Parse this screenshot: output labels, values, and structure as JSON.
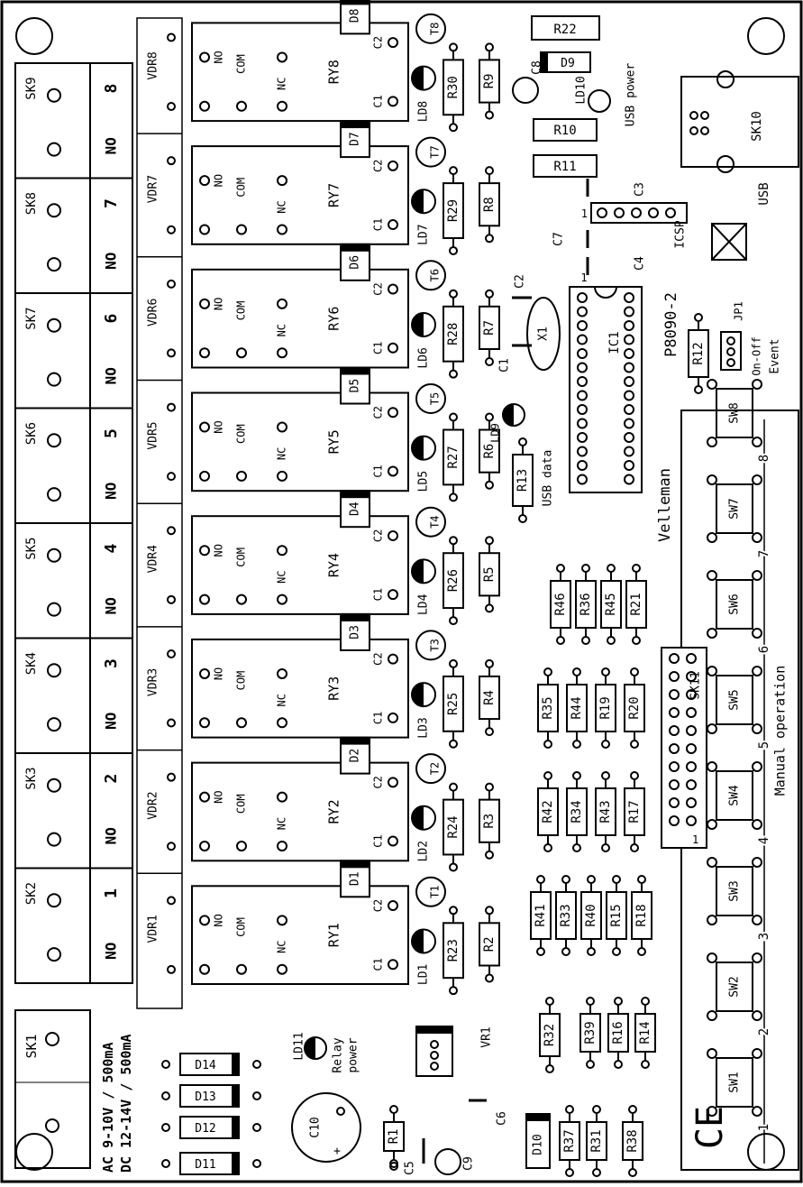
{
  "board_id": "P8090-2",
  "brand": "Velleman",
  "terminals": [
    "SK1",
    "SK2",
    "SK3",
    "SK4",
    "SK5",
    "SK6",
    "SK7",
    "SK8",
    "SK9"
  ],
  "no_label": "NO",
  "channel_numbers": [
    "1",
    "2",
    "3",
    "4",
    "5",
    "6",
    "7",
    "8"
  ],
  "vdr": [
    "VDR1",
    "VDR2",
    "VDR3",
    "VDR4",
    "VDR5",
    "VDR6",
    "VDR7",
    "VDR8"
  ],
  "relays": [
    "RY1",
    "RY2",
    "RY3",
    "RY4",
    "RY5",
    "RY6",
    "RY7",
    "RY8"
  ],
  "relay_pins": {
    "no": "NO",
    "com": "COM",
    "nc": "NC",
    "c1": "C1",
    "c2": "C2"
  },
  "diodes_d": [
    "D1",
    "D2",
    "D3",
    "D4",
    "D5",
    "D6",
    "D7",
    "D8"
  ],
  "transistors": [
    "T1",
    "T2",
    "T3",
    "T4",
    "T5",
    "T6",
    "T7",
    "T8"
  ],
  "leds": [
    "LD1",
    "LD2",
    "LD3",
    "LD4",
    "LD5",
    "LD6",
    "LD7",
    "LD8"
  ],
  "res_a": [
    "R23",
    "R24",
    "R25",
    "R26",
    "R27",
    "R28",
    "R29",
    "R30"
  ],
  "res_b": [
    "R2",
    "R3",
    "R4",
    "R5",
    "R6",
    "R7",
    "R8",
    "R9"
  ],
  "power_text": [
    "AC 9-10V / 500mA",
    "DC 12-14V / 500mA"
  ],
  "power_diodes": [
    "D11",
    "D12",
    "D13",
    "D14"
  ],
  "misc": {
    "c10": "C10",
    "r1": "R1",
    "c5": "C5",
    "c6": "C6",
    "c9": "C9",
    "vr1": "VR1",
    "ld11": "LD11",
    "relay_power": [
      "Relay",
      "power"
    ],
    "d10": "D10",
    "r37": "R37",
    "r31": "R31",
    "r38": "R38",
    "r32": "R32",
    "r39": "R39",
    "r16": "R16",
    "r14": "R14",
    "res_row1": [
      "R41",
      "R33",
      "R40",
      "R15",
      "R18"
    ],
    "res_row2": [
      "R42",
      "R34",
      "R43",
      "R17"
    ],
    "res_row3": [
      "R35",
      "R44",
      "R19",
      "R20"
    ],
    "res_row4": [
      "R46",
      "R36",
      "R45",
      "R21"
    ],
    "r13": "R13",
    "ld9": "LD9",
    "usb_data": "USB data",
    "x1": "X1",
    "c1": "C1",
    "c2": "C2",
    "ic1": "IC1",
    "r22": "R22",
    "c8": "C8",
    "d9": "D9",
    "ld10": "LD10",
    "usb_power": "USB power",
    "r10": "R10",
    "r11": "R11",
    "c3": "C3",
    "c7": "C7",
    "c4": "C4",
    "icsp": "ICSP",
    "icsp_pin1": "1",
    "sk10": "SK10",
    "usb": "USB",
    "r12": "R12",
    "jp1": "JP1",
    "on_off": "On-Off",
    "event": "Event",
    "sk11": "SK11",
    "sk11_pin1": "1",
    "ce": "CE"
  },
  "switches": [
    "SW1",
    "SW2",
    "SW3",
    "SW4",
    "SW5",
    "SW6",
    "SW7",
    "SW8"
  ],
  "manual_label": "Manual operation"
}
